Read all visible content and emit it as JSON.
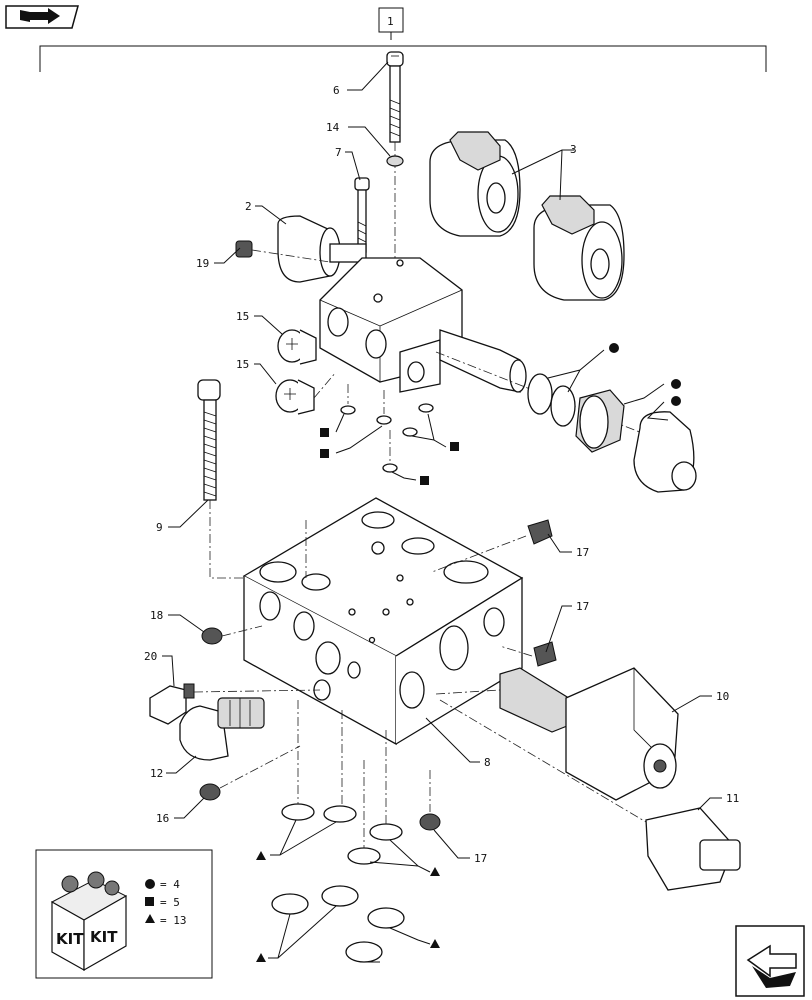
{
  "assembly": {
    "ref_label": "1"
  },
  "callouts": {
    "c2": "2",
    "c3": "3",
    "c6": "6",
    "c7": "7",
    "c8": "8",
    "c9": "9",
    "c10": "10",
    "c11": "11",
    "c12": "12",
    "c14": "14",
    "c15a": "15",
    "c15b": "15",
    "c16": "16",
    "c17a": "17",
    "c17b": "17",
    "c17c": "17",
    "c18": "18",
    "c19": "19",
    "c20": "20"
  },
  "kit_legend": {
    "box_text_left": "KIT",
    "box_text_right": "KIT",
    "circle_value": "= 4",
    "square_value": "= 5",
    "triangle_value": "= 13"
  },
  "nav": {
    "top_icon": "book-arrow-icon",
    "bottom_icon": "return-arrow-icon"
  }
}
